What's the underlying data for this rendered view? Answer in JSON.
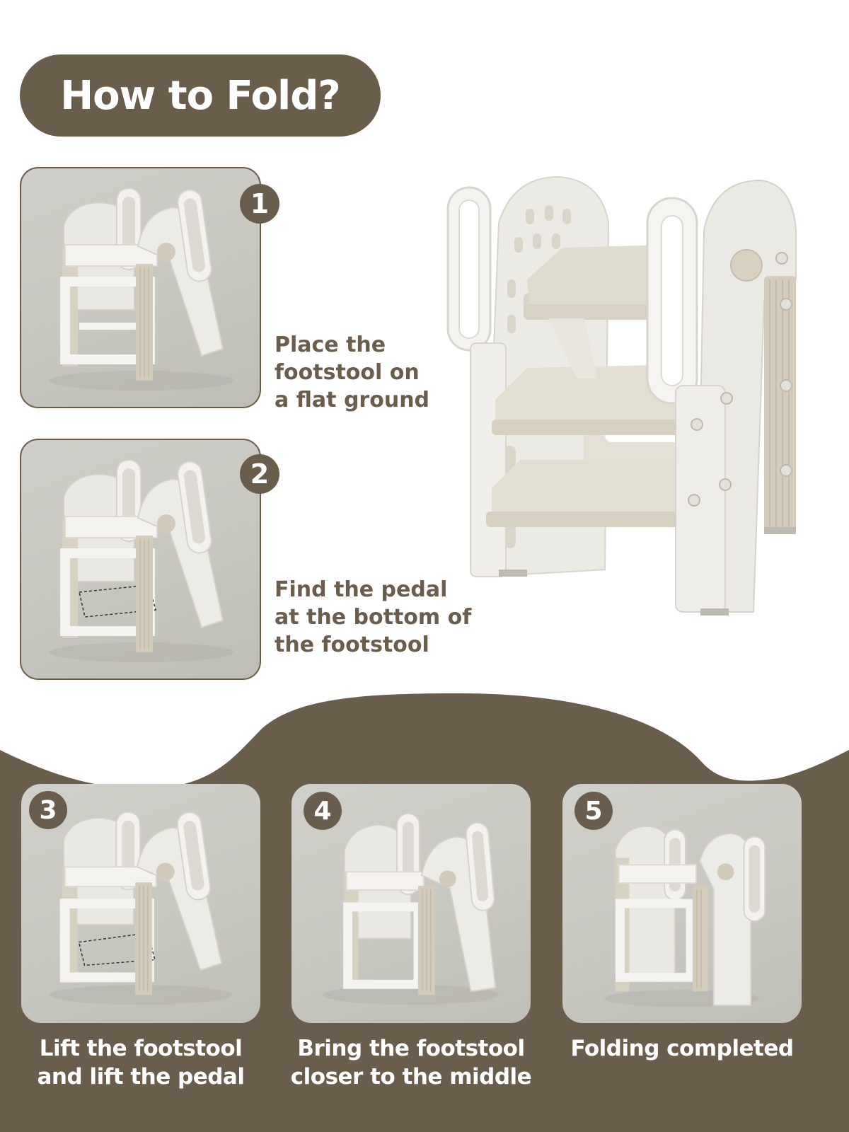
{
  "colors": {
    "brand": "#6a5d4b",
    "card_bg": "#c9c8c1",
    "stool_white": "#efeeea",
    "stool_beige": "#d9d4c7",
    "text_white": "#ffffff"
  },
  "header": {
    "title": "How to Fold?"
  },
  "hero": {
    "image": "step-stool-unfolded"
  },
  "steps": [
    {
      "number": "1",
      "image": "stool-step-1",
      "lines": [
        "Place the",
        "footstool on",
        "a flat ground"
      ]
    },
    {
      "number": "2",
      "image": "stool-step-2",
      "lines": [
        "Find the pedal",
        "at the bottom of",
        "the footstool"
      ]
    },
    {
      "number": "3",
      "image": "stool-step-3",
      "lines": [
        "Lift the footstool",
        "and lift the pedal"
      ]
    },
    {
      "number": "4",
      "image": "stool-step-4",
      "lines": [
        "Bring the footstool",
        "closer to the middle"
      ]
    },
    {
      "number": "5",
      "image": "stool-step-5",
      "lines": [
        "Folding completed"
      ]
    }
  ]
}
